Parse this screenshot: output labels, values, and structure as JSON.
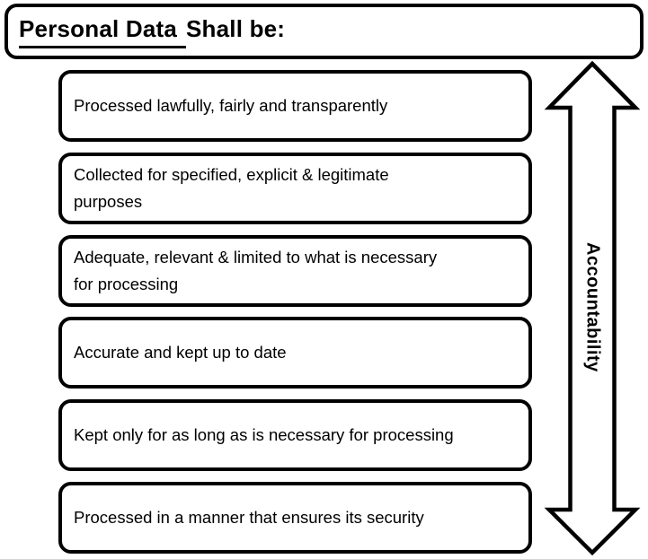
{
  "colors": {
    "ink": "#000000",
    "background": "#ffffff"
  },
  "title": {
    "underlined": "Personal Data",
    "rest": "Shall be:"
  },
  "principles": {
    "items": [
      {
        "text": "Processed lawfully, fairly and transparently"
      },
      {
        "text": "Collected for specified, explicit & legitimate\npurposes"
      },
      {
        "text": "Adequate, relevant & limited to what is necessary\nfor processing"
      },
      {
        "text": "Accurate and kept up to date"
      },
      {
        "text": "Kept only for as long as is necessary for processing"
      },
      {
        "text": "Processed in a manner that ensures its security"
      }
    ]
  },
  "arrow": {
    "label": "Accountability",
    "type": "double-headed-vertical"
  }
}
